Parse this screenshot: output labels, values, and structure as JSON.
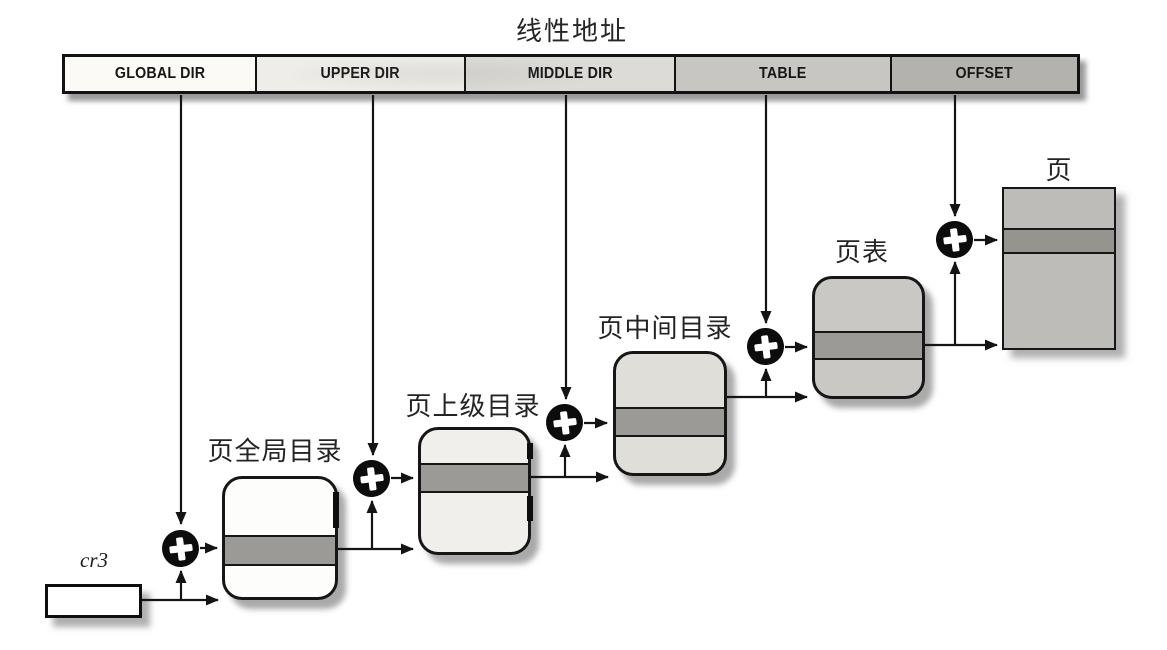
{
  "title": "线性地址",
  "address_bar": {
    "segments": [
      {
        "label": "GLOBAL DIR"
      },
      {
        "label": "UPPER DIR"
      },
      {
        "label": "MIDDLE DIR"
      },
      {
        "label": "TABLE"
      },
      {
        "label": "OFFSET"
      }
    ]
  },
  "register": {
    "label": "cr3"
  },
  "nodes": {
    "pgd": {
      "label": "页全局目录"
    },
    "pud": {
      "label": "页上级目录"
    },
    "pmd": {
      "label": "页中间目录"
    },
    "pt": {
      "label": "页表"
    },
    "page": {
      "label": "页"
    }
  },
  "icons": {
    "adder": "plus-in-circle"
  },
  "colors": {
    "segment_fills": [
      "#fbfaf7",
      "#efede9",
      "#dcdbd7",
      "#c7c6c2",
      "#b3b2ae"
    ],
    "entry_band": "#9b9a96",
    "page_band": "#95948f",
    "line": "#141414",
    "background": "#ffffff"
  }
}
